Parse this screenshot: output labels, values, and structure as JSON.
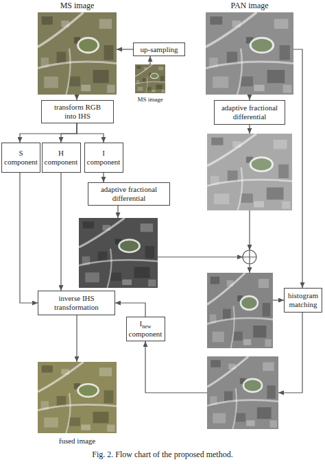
{
  "diagram": {
    "caption": "Fig. 2. Flow chart of the proposed method.",
    "nodes": [
      {
        "text": [
          "MS image"
        ]
      },
      {
        "text": [
          "PAN image"
        ]
      },
      {
        "text": [
          "up-sampling"
        ]
      },
      {
        "text": [
          "MS image"
        ]
      },
      {
        "text": [
          "transform RGB into IHS"
        ]
      },
      {
        "text": [
          "adaptive fractional differential"
        ]
      },
      {
        "text": [
          "S component"
        ]
      },
      {
        "text": [
          "H component"
        ]
      },
      {
        "text": [
          "I component"
        ]
      },
      {
        "text": [
          "adaptive fractional differential"
        ]
      },
      {
        "text": [
          "histogram matching"
        ]
      },
      {
        "text": [
          "inverse IHS transformation"
        ]
      },
      {
        "text": [
          "I",
          "new",
          "component"
        ]
      },
      {
        "text": [
          "fused image"
        ]
      }
    ],
    "edges": [
      {
        "from": 3,
        "to": 2,
        "arrow": "to"
      },
      {
        "from": 2,
        "to": 0,
        "arrow": "to"
      },
      {
        "from": 0,
        "to": 4,
        "arrow": "to"
      },
      {
        "from": 4,
        "to": 6,
        "arrow": "to"
      },
      {
        "from": 4,
        "to": 7,
        "arrow": "to"
      },
      {
        "from": 4,
        "to": 8,
        "arrow": "to"
      },
      {
        "from": 8,
        "to": 9,
        "arrow": "to"
      },
      {
        "from": 1,
        "to": 5,
        "arrow": "to"
      },
      {
        "from": 1,
        "to": 10,
        "arrow": "to"
      },
      {
        "from": 6,
        "to": 11,
        "arrow": "to"
      },
      {
        "from": 7,
        "to": 11,
        "arrow": "to"
      },
      {
        "from": 12,
        "to": 11,
        "arrow": "to"
      },
      {
        "from": 11,
        "to": 13,
        "arrow": "to"
      }
    ]
  }
}
